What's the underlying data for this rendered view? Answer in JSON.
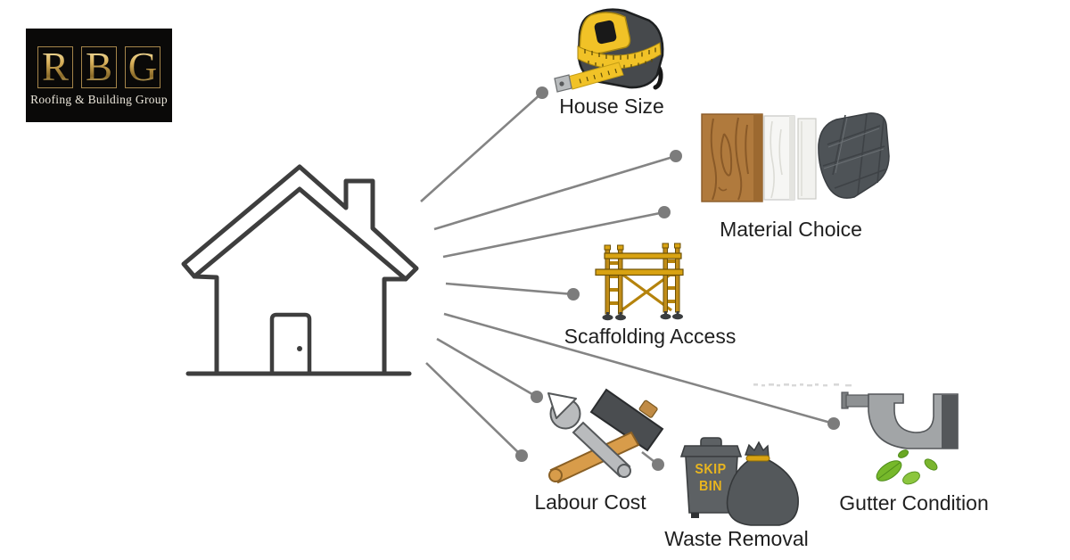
{
  "logo": {
    "letters": [
      "R",
      "B",
      "G"
    ],
    "tagline": "Roofing & Building Group",
    "bg_color": "#0a0908",
    "gold_color": "#d2a94f",
    "tagline_color": "#ece7db"
  },
  "diagram": {
    "factors": [
      {
        "id": "house-size",
        "label": "House Size",
        "icon": "tape-measure-icon"
      },
      {
        "id": "material-choice",
        "label": "Material Choice",
        "icon": "materials-icon"
      },
      {
        "id": "scaffolding-access",
        "label": "Scaffolding Access",
        "icon": "scaffolding-icon"
      },
      {
        "id": "labour-cost",
        "label": "Labour Cost",
        "icon": "tools-icon"
      },
      {
        "id": "waste-removal",
        "label": "Waste Removal",
        "icon": "skip-bin-icon"
      },
      {
        "id": "gutter-condition",
        "label": "Gutter Condition",
        "icon": "gutter-icon"
      }
    ],
    "skip_bin_text": {
      "line1": "SKIP",
      "line2": "BIN"
    },
    "line_color": "#848484",
    "label_color": "#1f1f1f",
    "house_outline_color": "#3e3e3e",
    "accent_yellow": "#f1c227",
    "scaffold_amber": "#c8930e",
    "wood_brown": "#b07a3d"
  }
}
